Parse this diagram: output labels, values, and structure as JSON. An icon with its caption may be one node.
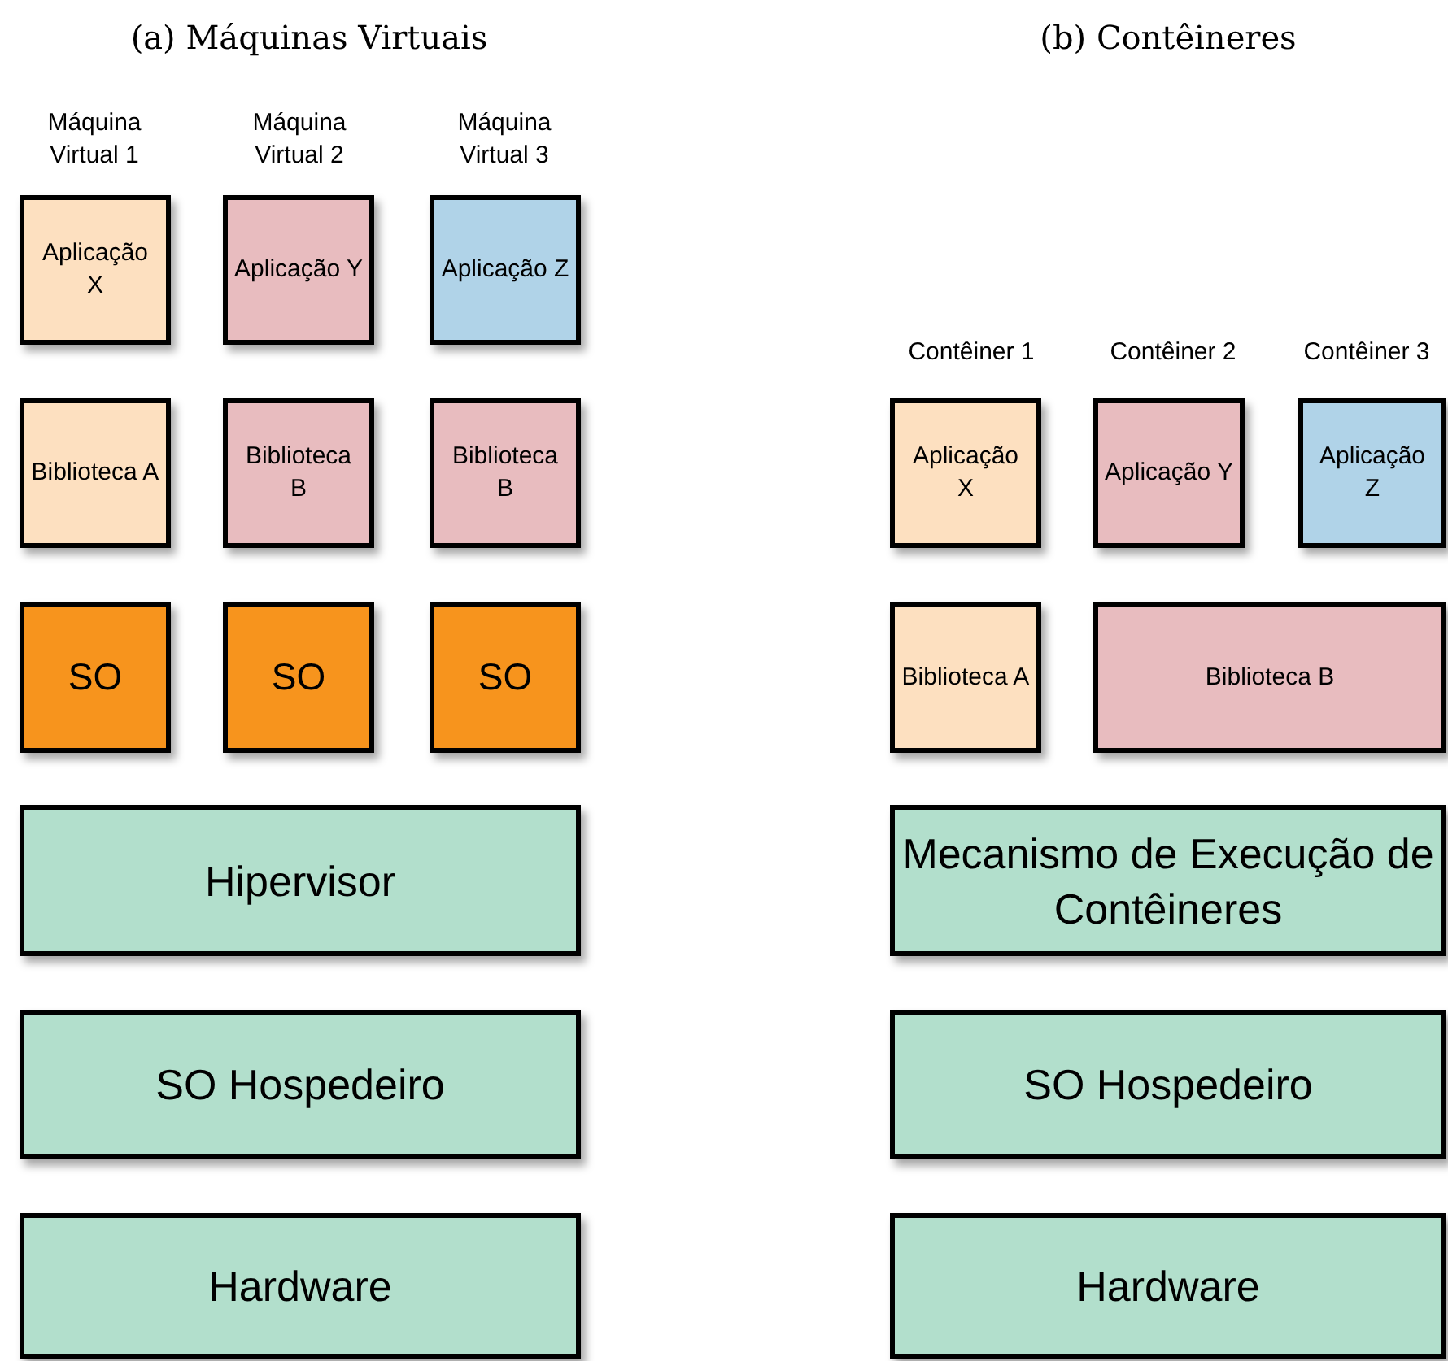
{
  "diagram": {
    "nodes": [
      {
        "text": [
          "Aplicação X"
        ]
      },
      {
        "text": [
          "Aplicação Y"
        ]
      },
      {
        "text": [
          "Aplicação Z"
        ]
      },
      {
        "text": [
          "Biblioteca A"
        ]
      },
      {
        "text": [
          "Biblioteca B"
        ]
      },
      {
        "text": [
          "Biblioteca B"
        ]
      },
      {
        "text": [
          "SO"
        ]
      },
      {
        "text": [
          "SO"
        ]
      },
      {
        "text": [
          "SO"
        ]
      },
      {
        "text": [
          "Hipervisor"
        ]
      },
      {
        "text": [
          "SO Hospedeiro"
        ]
      },
      {
        "text": [
          "Hardware"
        ]
      },
      {
        "text": [
          "Aplicação X"
        ]
      },
      {
        "text": [
          "Aplicação Y"
        ]
      },
      {
        "text": [
          "Aplicação Z"
        ]
      },
      {
        "text": [
          "Biblioteca A"
        ]
      },
      {
        "text": [
          "Biblioteca B"
        ]
      },
      {
        "text": [
          "Mecanismo de Execução de Contêineres"
        ]
      },
      {
        "text": [
          "SO Hospedeiro"
        ]
      },
      {
        "text": [
          "Hardware"
        ]
      }
    ],
    "labels": [
      "(a) Máquinas Virtuais",
      "(b) Contêineres",
      "Máquina Virtual 1",
      "Máquina Virtual 2",
      "Máquina Virtual 3",
      "Contêiner 1",
      "Contêiner 2",
      "Contêiner 3"
    ]
  }
}
